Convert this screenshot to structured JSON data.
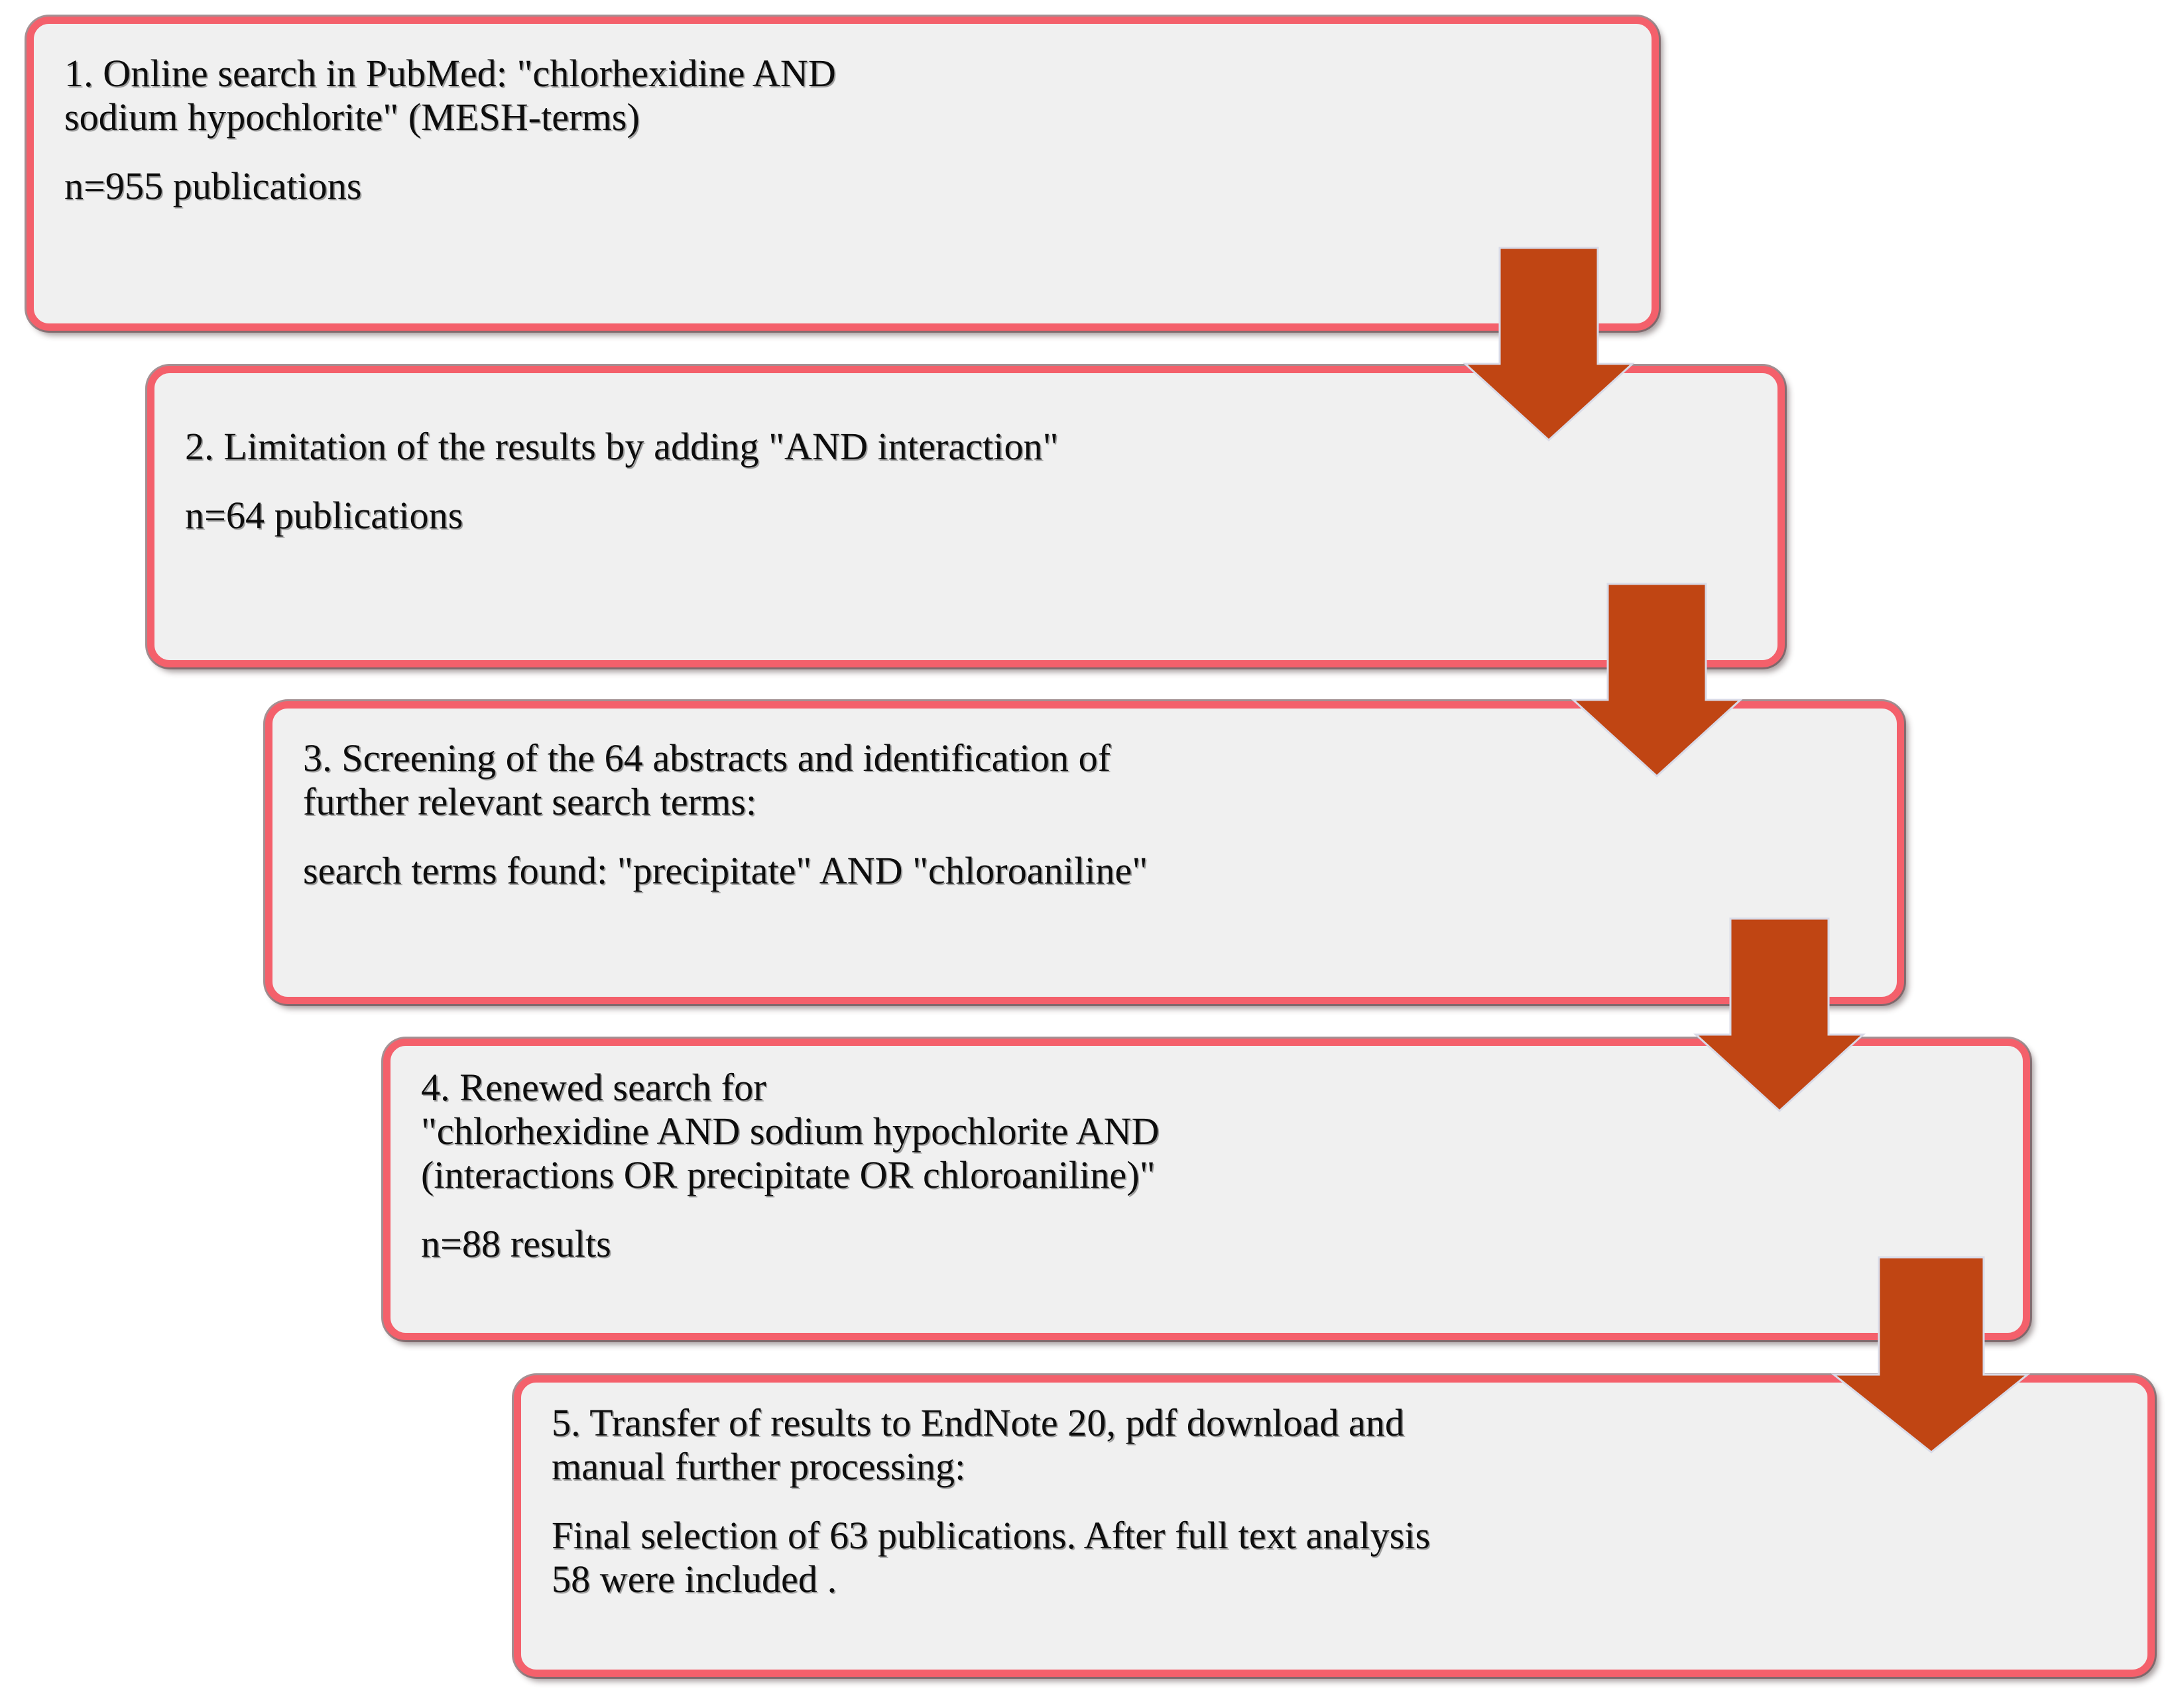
{
  "diagram": {
    "title": "Literature search flow chart",
    "colors": {
      "box_fill": "#f0f0f0",
      "box_border": "#f4606b",
      "arrow": "#c04513",
      "text": "#0d0d0d",
      "background": "#ffffff"
    },
    "steps": [
      {
        "id": "step-1",
        "number": "1.",
        "lines": [
          "1. Online search in PubMed: \"chlorhexidine AND",
          "sodium hypochlorite\" (MESH-terms)"
        ],
        "result": "n=955 publications",
        "count_label": "n=955 publications",
        "count": 955
      },
      {
        "id": "step-2",
        "number": "2.",
        "lines": [
          "2. Limitation of the results by adding \"AND interaction\""
        ],
        "result": "n=64 publications",
        "count_label": "n=64 publications",
        "count": 64
      },
      {
        "id": "step-3",
        "number": "3.",
        "lines": [
          "3. Screening of the 64 abstracts and identification of",
          "further relevant search terms:"
        ],
        "result": "search terms found: \"precipitate\" AND \"chloroaniline\"",
        "count_label": "search terms found: \"precipitate\" AND \"chloroaniline\"",
        "count": null
      },
      {
        "id": "step-4",
        "number": "4.",
        "lines": [
          "4. Renewed search for",
          "\"chlorhexidine AND sodium hypochlorite AND",
          "(interactions OR precipitate OR chloroaniline)\""
        ],
        "result": "n=88 results",
        "count_label": "n=88 results",
        "count": 88
      },
      {
        "id": "step-5",
        "number": "5.",
        "lines": [
          "5. Transfer of results to EndNote 20, pdf download and",
          "manual further processing:"
        ],
        "result_lines": [
          "Final selection of 63 publications. After full text analysis",
          "58 were included ."
        ],
        "count": 58
      }
    ],
    "connectors": [
      {
        "id": "arrow-1",
        "from": "step-1",
        "to": "step-2",
        "direction": "down"
      },
      {
        "id": "arrow-2",
        "from": "step-2",
        "to": "step-3",
        "direction": "down"
      },
      {
        "id": "arrow-3",
        "from": "step-3",
        "to": "step-4",
        "direction": "down"
      },
      {
        "id": "arrow-4",
        "from": "step-4",
        "to": "step-5",
        "direction": "down"
      }
    ]
  }
}
